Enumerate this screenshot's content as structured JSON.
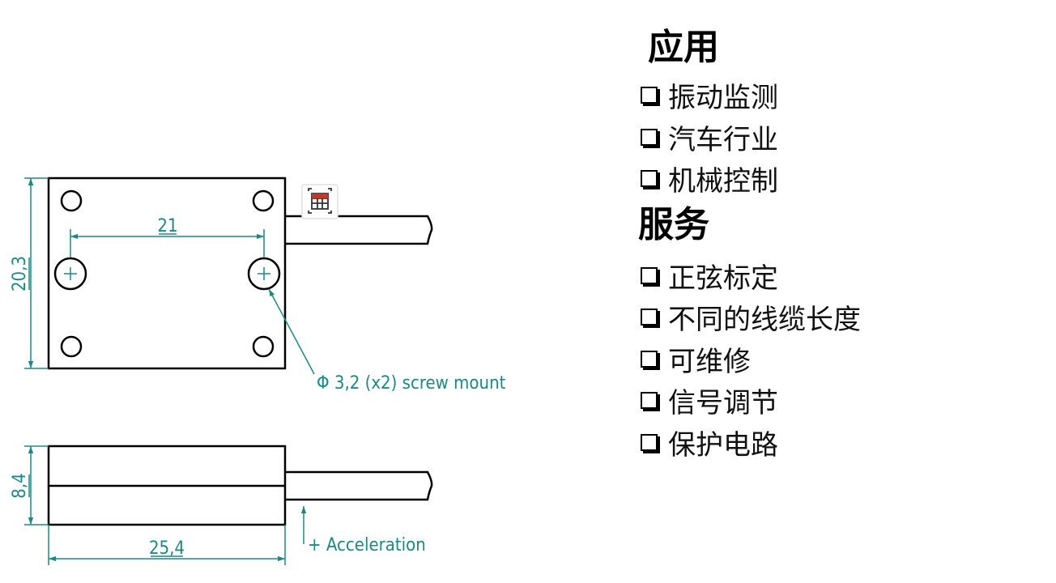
{
  "drawing": {
    "dim_width_hole": "21",
    "dim_height_top": "20,3",
    "dim_height_side": "8,4",
    "dim_length": "25,4",
    "hole_callout": "Φ 3,2 (x2) screw mount",
    "acceleration_label": "+ Acceleration",
    "icon": "calculator-icon",
    "accent_color": "#1a8a86"
  },
  "applications": {
    "heading": "应用",
    "items": [
      "振动监测",
      "汽车行业",
      "机械控制"
    ]
  },
  "services": {
    "heading": "服务",
    "items": [
      "正弦标定",
      "不同的线缆长度",
      "可维修",
      "信号调节",
      "保护电路"
    ]
  }
}
